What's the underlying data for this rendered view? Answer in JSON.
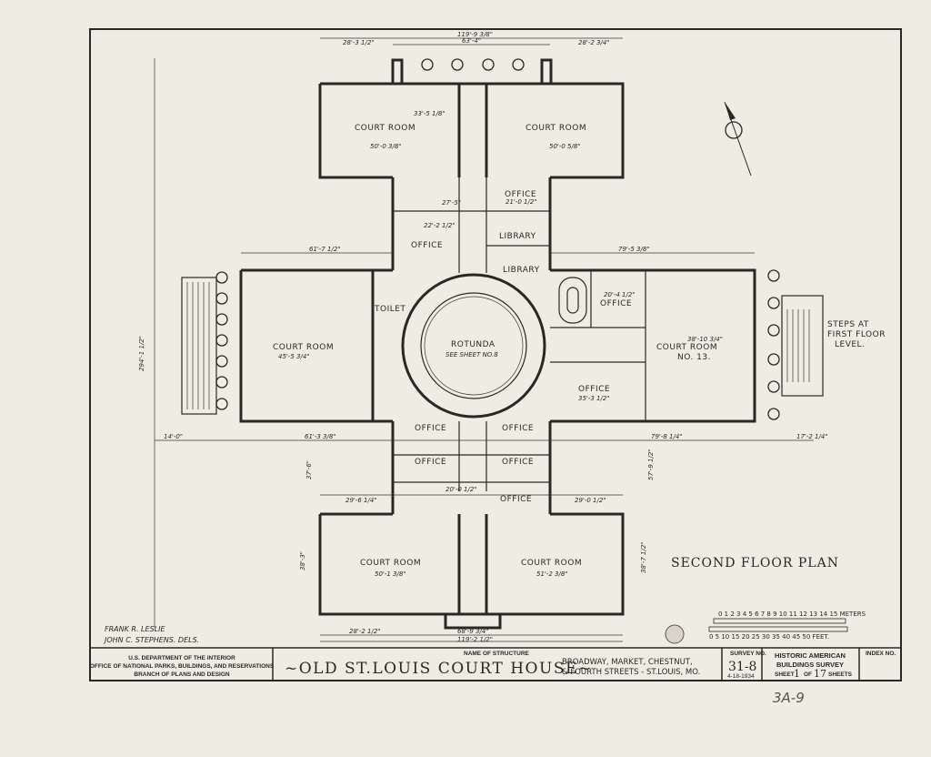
{
  "drawing_title": "SECOND FLOOR PLAN",
  "rooms": {
    "court_room_nw": "COURT ROOM",
    "court_room_ne": "COURT ROOM",
    "court_room_w": "COURT ROOM",
    "court_room_e": "COURT ROOM",
    "court_room_e_no": "NO. 13.",
    "court_room_sw": "COURT ROOM",
    "court_room_se": "COURT ROOM",
    "rotunda": "ROTUNDA",
    "rotunda_note": "SEE SHEET NO.8",
    "office_ne": "OFFICE",
    "office_nw": "OFFICE",
    "library_1": "LIBRARY",
    "library_2": "LIBRARY",
    "office_e1": "OFFICE",
    "office_e2": "OFFICE",
    "toilet": "TOILET",
    "office_sw1": "OFFICE",
    "office_sw2": "OFFICE",
    "office_se1": "OFFICE",
    "office_se2": "OFFICE",
    "office_s": "OFFICE"
  },
  "notes": {
    "steps": [
      "STEPS AT",
      "FIRST FLOOR",
      "LEVEL."
    ]
  },
  "dimensions": [
    "119'-9 3/8\"",
    "63'-4\"",
    "28'-3 1/2\"",
    "28'-2 3/4\"",
    "50'-0 3/8\"",
    "50'-0 5/8\"",
    "33'-5 1/8\"",
    "27'-5\"",
    "61'-7 1/2\"",
    "79'-5 3/8\"",
    "294'-1 1/2\"",
    "45'-5 3/4\"",
    "38'-10 3/4\"",
    "35'-3 1/2\"",
    "14'-0\"",
    "61'-3 3/8\"",
    "79'-8 1/4\"",
    "17'-2 1/4\"",
    "29'-6 1/4\"",
    "29'-0 1/2\"",
    "50'-1 3/8\"",
    "51'-2 3/8\"",
    "28'-2 1/2\"",
    "68'-9 3/4\"",
    "119'-2 1/2\"",
    "20'-4 1/2\"",
    "22'-2 1/2\"",
    "21'-0 1/2\"",
    "20'-0 1/2\"",
    "37'-6\"",
    "57'-9 1/2\"",
    "38'-3\"",
    "38'-7 1/2\""
  ],
  "draftsmen": [
    "FRANK R. LESLIE",
    "JOHN C. STEPHENS.  DELS."
  ],
  "scale": {
    "meters_ticks": "0 1 2 3 4 5 6 7 8 9 10 11 12 13 14 15 METERS",
    "feet_ticks": "0 5 10 15 20 25 30 35 40 45 50 FEET."
  },
  "title_block": {
    "agency": [
      "U.S. DEPARTMENT OF THE INTERIOR",
      "OFFICE OF NATIONAL PARKS, BUILDINGS, AND RESERVATIONS",
      "BRANCH OF PLANS AND DESIGN"
    ],
    "name_label": "NAME OF STRUCTURE",
    "structure_name": "~OLD ST.LOUIS COURT HOUSE~",
    "address": [
      "BROADWAY, MARKET, CHESTNUT,",
      "& FOURTH STREETS - ST.LOUIS, MO."
    ],
    "survey_label": "SURVEY NO.",
    "survey_no": "31-8",
    "survey_date": "4-18-1934",
    "habs": [
      "HISTORIC AMERICAN",
      "BUILDINGS SURVEY"
    ],
    "sheet_label": "SHEET",
    "sheet_no": "1",
    "of_label": "OF",
    "sheet_total": "17",
    "sheets_label": "SHEETS",
    "index_label": "INDEX NO."
  },
  "annotation": "3A-9"
}
